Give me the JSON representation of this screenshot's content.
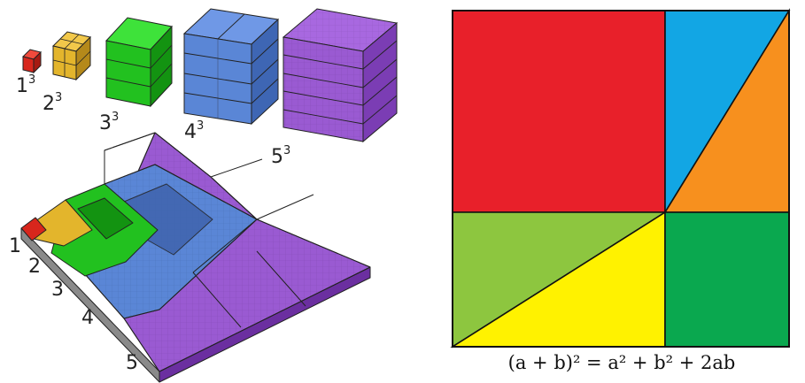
{
  "left_figure": {
    "cube_labels": [
      {
        "base": "1",
        "exp": "3"
      },
      {
        "base": "2",
        "exp": "3"
      },
      {
        "base": "3",
        "exp": "3"
      },
      {
        "base": "4",
        "exp": "3"
      },
      {
        "base": "5",
        "exp": "3"
      }
    ],
    "square_labels": [
      "1",
      "2",
      "3",
      "4",
      "5"
    ],
    "colors": {
      "red": "#d8261c",
      "yellow": "#e3b52c",
      "green": "#22c11f",
      "blue": "#5a86d6",
      "purple": "#9a5ad2"
    }
  },
  "right_figure": {
    "formula": "(a + b)² = a² + b² + 2ab",
    "colors": {
      "red": "#e8202a",
      "blue": "#12a6e4",
      "orange": "#f7901e",
      "light_green": "#8dc63f",
      "yellow": "#fff200",
      "green": "#0aa84f"
    }
  }
}
